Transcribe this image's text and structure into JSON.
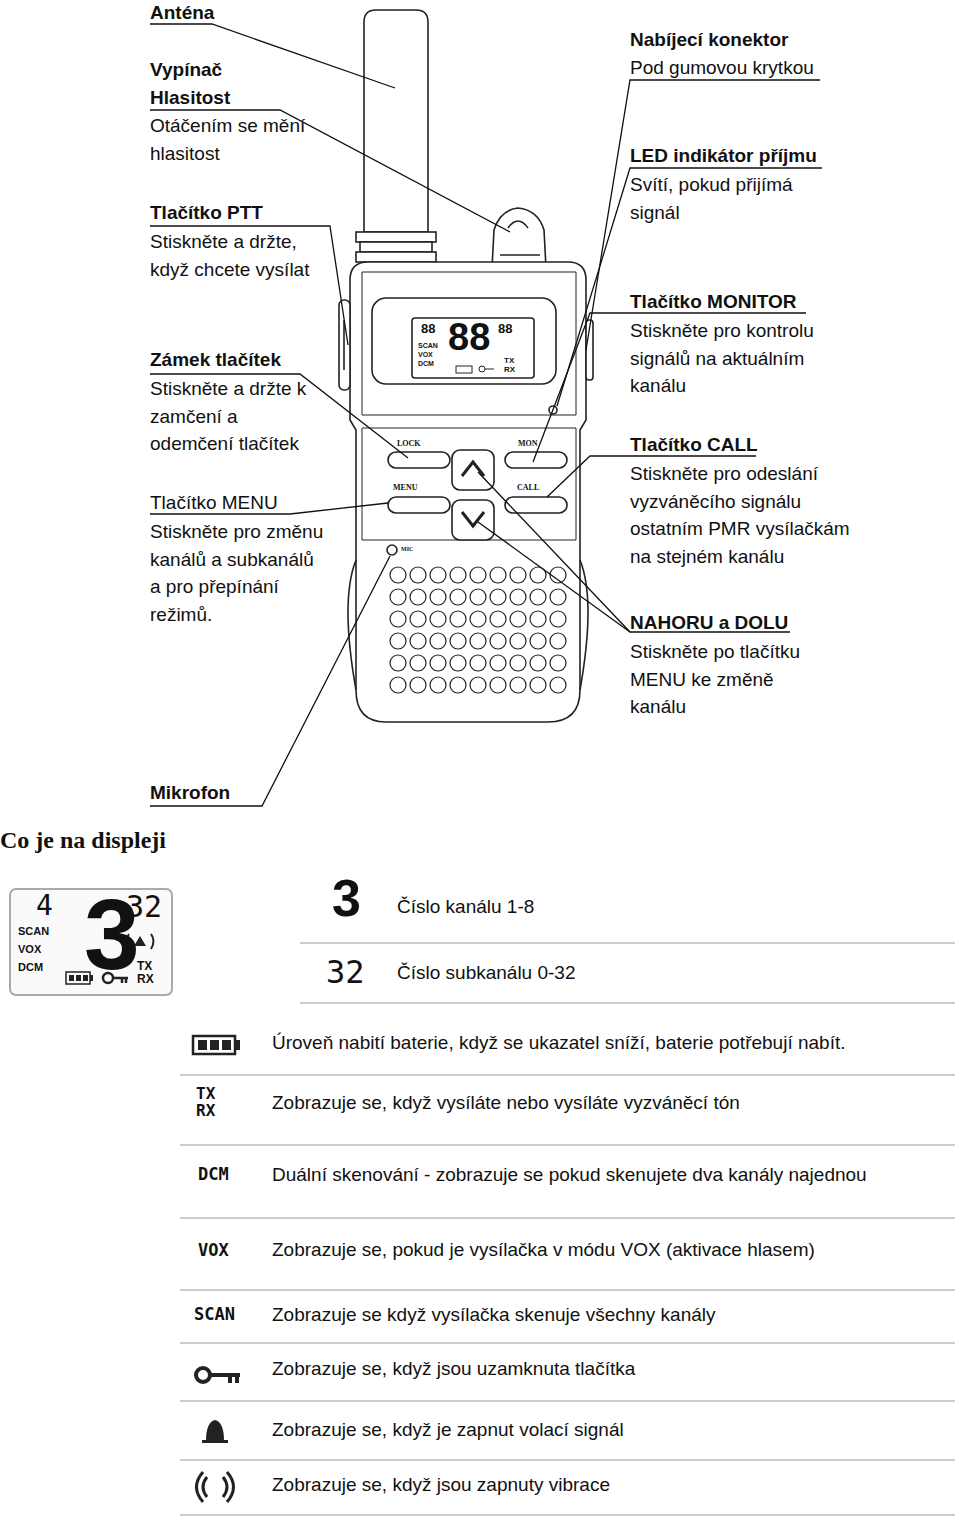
{
  "diagram": {
    "labels": [
      "Anténa",
      "Vypínač Hlasitost",
      "Otáčením se mění hlasitost",
      "Tlačítko PTT",
      "Stiskněte a držte, když chcete vysílat",
      "Zámek tlačítek",
      "Stiskněte a držte k zamčení a odemčení tlačítek",
      "Tlačítko MENU",
      "Stiskněte pro změnu kanálů a subkanálů a pro přepínání režimů.",
      "Mikrofon",
      "Nabíjecí konektor",
      "Pod gumovou krytkou",
      "LED indikátor příjmu",
      "Svítí, pokud přijímá signál",
      "Tlačítko MONITOR",
      "Stiskněte pro kontrolu signálů na aktuálním kanálu",
      "Tlačítko CALL",
      "Stiskněte pro odeslání vyzváněcího signálu ostatním PMR vysílačkám na stejném kanálu",
      "NAHORU a DOLU",
      "Stiskněte po tlačítku MENU ke změně kanálu",
      "88",
      "88",
      "88",
      "SCAN",
      "VOX",
      "DCM",
      "TX",
      "RX",
      "LOCK",
      "MON",
      "MENU",
      "CALL",
      "MIC",
      "Co je na displeji",
      "4",
      "3",
      "32",
      "SCAN",
      "VOX",
      "DCM",
      "TX",
      "RX",
      "3",
      "Číslo kanálu 1-8",
      "32",
      "Číslo subkanálu 0-32",
      "Úroveň nabití baterie, když se ukazatel sníží, baterie potřebují nabít.",
      "TX",
      "RX",
      "Zobrazuje se, když vysíláte nebo vysíláte vyzváněcí tón",
      "DCM",
      "Duální skenování - zobrazuje se pokud skenujete dva kanály najednou",
      "VOX",
      "Zobrazuje se, pokud je vysílačka v módu VOX (aktivace hlasem)",
      "SCAN",
      "Zobrazuje se když vysílačka skenuje všechny kanály",
      "Zobrazuje se, když jsou uzamknuta tlačítka",
      "Zobrazuje se, když je zapnut volací signál",
      "Zobrazuje se, když jsou zapnuty vibrace"
    ]
  }
}
